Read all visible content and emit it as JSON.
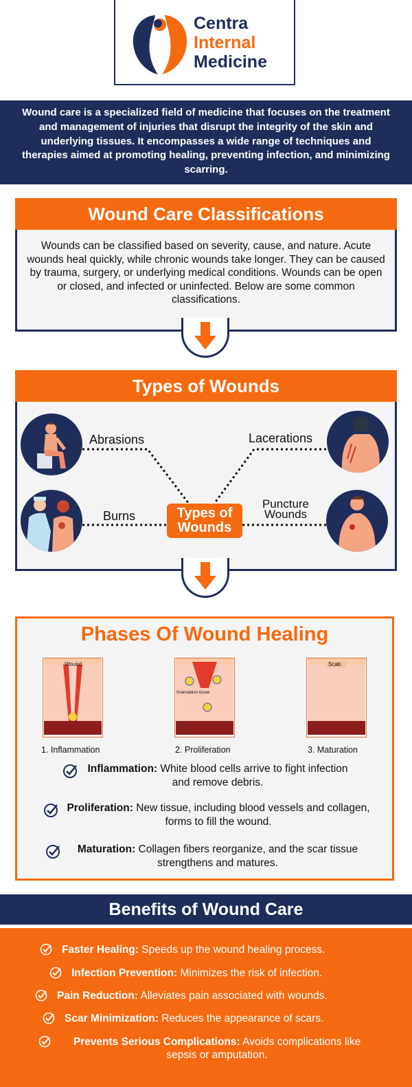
{
  "logo": {
    "line1": "Centra",
    "line2": "Internal",
    "line3": "Medicine"
  },
  "intro": "Wound care is a specialized field of medicine that focuses on the treatment and management of injuries that disrupt the integrity of the skin and underlying tissues. It encompasses a wide range of techniques and therapies aimed at promoting healing, preventing infection, and minimizing scarring.",
  "classifications": {
    "title": "Wound Care Classifications",
    "text": "Wounds can be classified based on severity, cause, and nature. Acute wounds heal quickly, while chronic wounds take longer. They can be caused by trauma, surgery, or underlying medical conditions. Wounds can be open or closed, and infected or uninfected. Below are some common classifications."
  },
  "types": {
    "title": "Types of Wounds",
    "center": "Types of Wounds",
    "abrasions": "Abrasions",
    "lacerations": "Lacerations",
    "burns": "Burns",
    "puncture": "Puncture Wounds"
  },
  "phases": {
    "title": "Phases Of Wound Healing",
    "img_labels": {
      "wound": "Wound",
      "granulation": "Granulation tissue",
      "scab": "Scab"
    },
    "captions": [
      "1. Inflammation",
      "2. Proliferation",
      "3. Maturation"
    ],
    "items": [
      {
        "term": "Inflammation:",
        "desc": " White blood cells arrive to fight infection and remove debris."
      },
      {
        "term": "Proliferation:",
        "desc": " New tissue, including blood vessels and collagen, forms to fill the wound."
      },
      {
        "term": "Maturation:",
        "desc": " Collagen fibers reorganize, and the scar tissue strengthens and matures."
      }
    ]
  },
  "benefits": {
    "title": "Benefits of Wound Care",
    "items": [
      {
        "term": "Faster Healing:",
        "desc": " Speeds up the wound healing process."
      },
      {
        "term": "Infection Prevention:",
        "desc": " Minimizes the risk of infection."
      },
      {
        "term": "Pain Reduction:",
        "desc": " Alleviates pain associated with wounds."
      },
      {
        "term": "Scar Minimization:",
        "desc": " Reduces the appearance of scars."
      },
      {
        "term": "Prevents Serious Complications:",
        "desc": " Avoids complications like sepsis or amputation."
      }
    ]
  },
  "colors": {
    "navy": "#1e2d5a",
    "orange": "#f56a10",
    "panel": "#f4f4f5",
    "skin": "#f7b9a0"
  }
}
